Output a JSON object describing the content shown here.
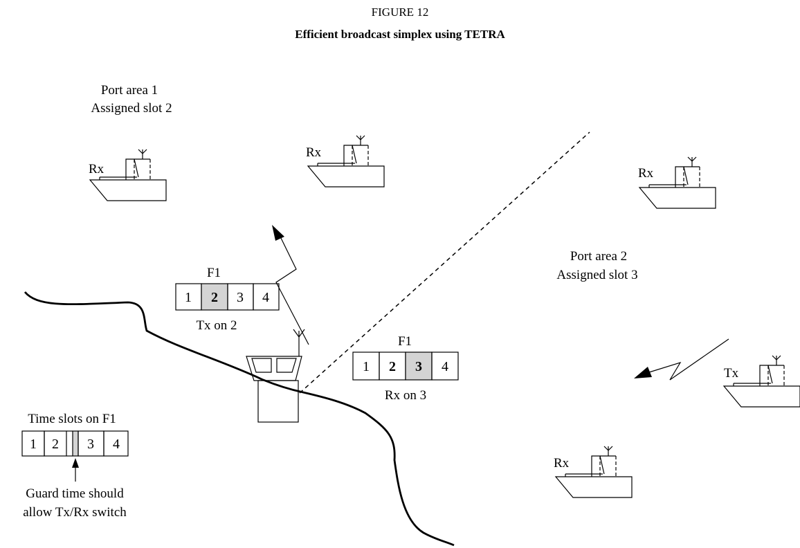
{
  "figure": {
    "number": "FIGURE 12",
    "title": "Efficient broadcast simplex using TETRA"
  },
  "port_area_1": {
    "line1": "Port area 1",
    "line2": "Assigned slot 2"
  },
  "port_area_2": {
    "line1": "Port area 2",
    "line2": "Assigned slot 3"
  },
  "ships": {
    "rx": "Rx",
    "tx": "Tx"
  },
  "frame_tx": {
    "carrier": "F1",
    "slots": [
      "1",
      "2",
      "3",
      "4"
    ],
    "highlighted_slot": "2",
    "caption": "Tx on 2"
  },
  "frame_rx": {
    "carrier": "F1",
    "slots": [
      "1",
      "2",
      "3",
      "4"
    ],
    "highlighted_slot": "3",
    "caption": "Rx on 3"
  },
  "time_slots": {
    "title": "Time slots on F1",
    "slots": [
      "1",
      "2",
      "3",
      "4"
    ],
    "guard_caption_line1": "Guard time should",
    "guard_caption_line2": "allow Tx/Rx switch"
  },
  "colors": {
    "highlight": "#d4d4d4",
    "line": "#000000"
  }
}
